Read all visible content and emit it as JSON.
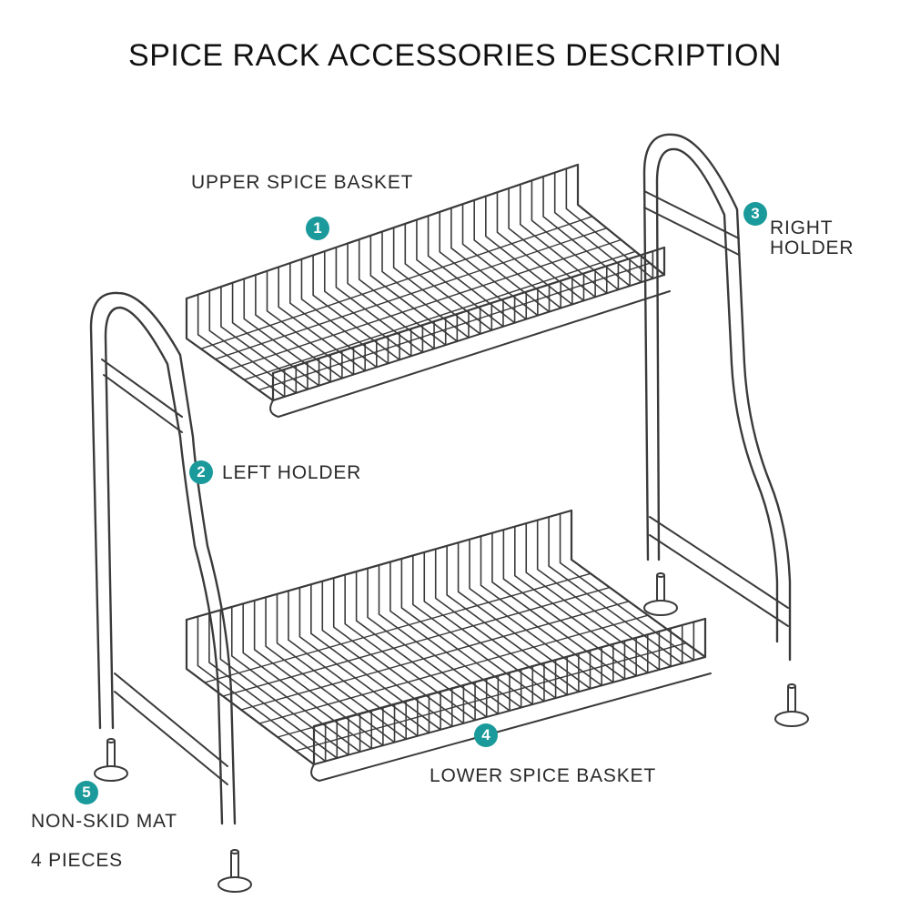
{
  "title": "SPICE RACK ACCESSORIES DESCRIPTION",
  "accent_color": "#1a9a9a",
  "line_color": "#3a3a3a",
  "callouts": [
    {
      "number": "1",
      "label": "UPPER SPICE BASKET"
    },
    {
      "number": "2",
      "label": "LEFT HOLDER"
    },
    {
      "number": "3",
      "label_line1": "RIGHT",
      "label_line2": "HOLDER"
    },
    {
      "number": "4",
      "label": "LOWER SPICE BASKET"
    },
    {
      "number": "5",
      "label_line1": "NON-SKID MAT",
      "label_line2": "4 PIECES"
    }
  ]
}
